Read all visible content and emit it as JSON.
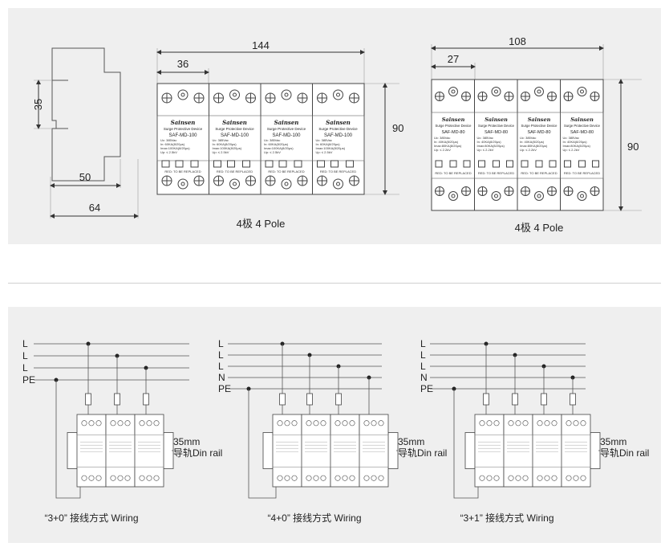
{
  "top": {
    "side": {
      "height": "35",
      "depth_inner": "50",
      "depth_outer": "64"
    },
    "left_spd": {
      "overall_width": "144",
      "pole_width": "36",
      "height": "90",
      "caption": "4极 4 Pole",
      "module": {
        "brand": "Sainsen",
        "title": "Surge Protective Device",
        "model": "SAF-MD-100",
        "spec_uc": "Uc: 385Vac",
        "spec_in": "In:   60KA(8/20μs)",
        "spec_imax": "Imax:100KA(8/20μs)",
        "spec_up": "Up:  ≤ 2.5kV",
        "footer": "RED: TO BE REPLACED"
      }
    },
    "right_spd": {
      "overall_width": "108",
      "pole_width": "27",
      "height": "90",
      "caption": "4极 4 Pole",
      "module": {
        "brand": "Sainsen",
        "title": "Surge Protective Device",
        "model": "SAF-MD-80",
        "spec_uc": "Uc: 385Vac",
        "spec_in": "In:   40KA(8/20μs)",
        "spec_imax": "Imax:80KA(8/20μs)",
        "spec_up": "Up:  ≤ 2.2kV",
        "footer": "RED: TO BE REPLACED"
      }
    }
  },
  "bottom": {
    "wiring": [
      {
        "lines": [
          "L",
          "L",
          "L",
          "PE"
        ],
        "caption": "“3+0”  接线方式 Wiring",
        "din_label": "35mm",
        "din_sub": "导轨Din rail"
      },
      {
        "lines": [
          "L",
          "L",
          "L",
          "N",
          "PE"
        ],
        "caption": "“4+0”  接线方式 Wiring",
        "din_label": "35mm",
        "din_sub": "导轨Din rail"
      },
      {
        "lines": [
          "L",
          "L",
          "L",
          "N",
          "PE"
        ],
        "caption": "“3+1”  接线方式 Wiring",
        "din_label": "35mm",
        "din_sub": "导轨Din rail"
      }
    ]
  }
}
